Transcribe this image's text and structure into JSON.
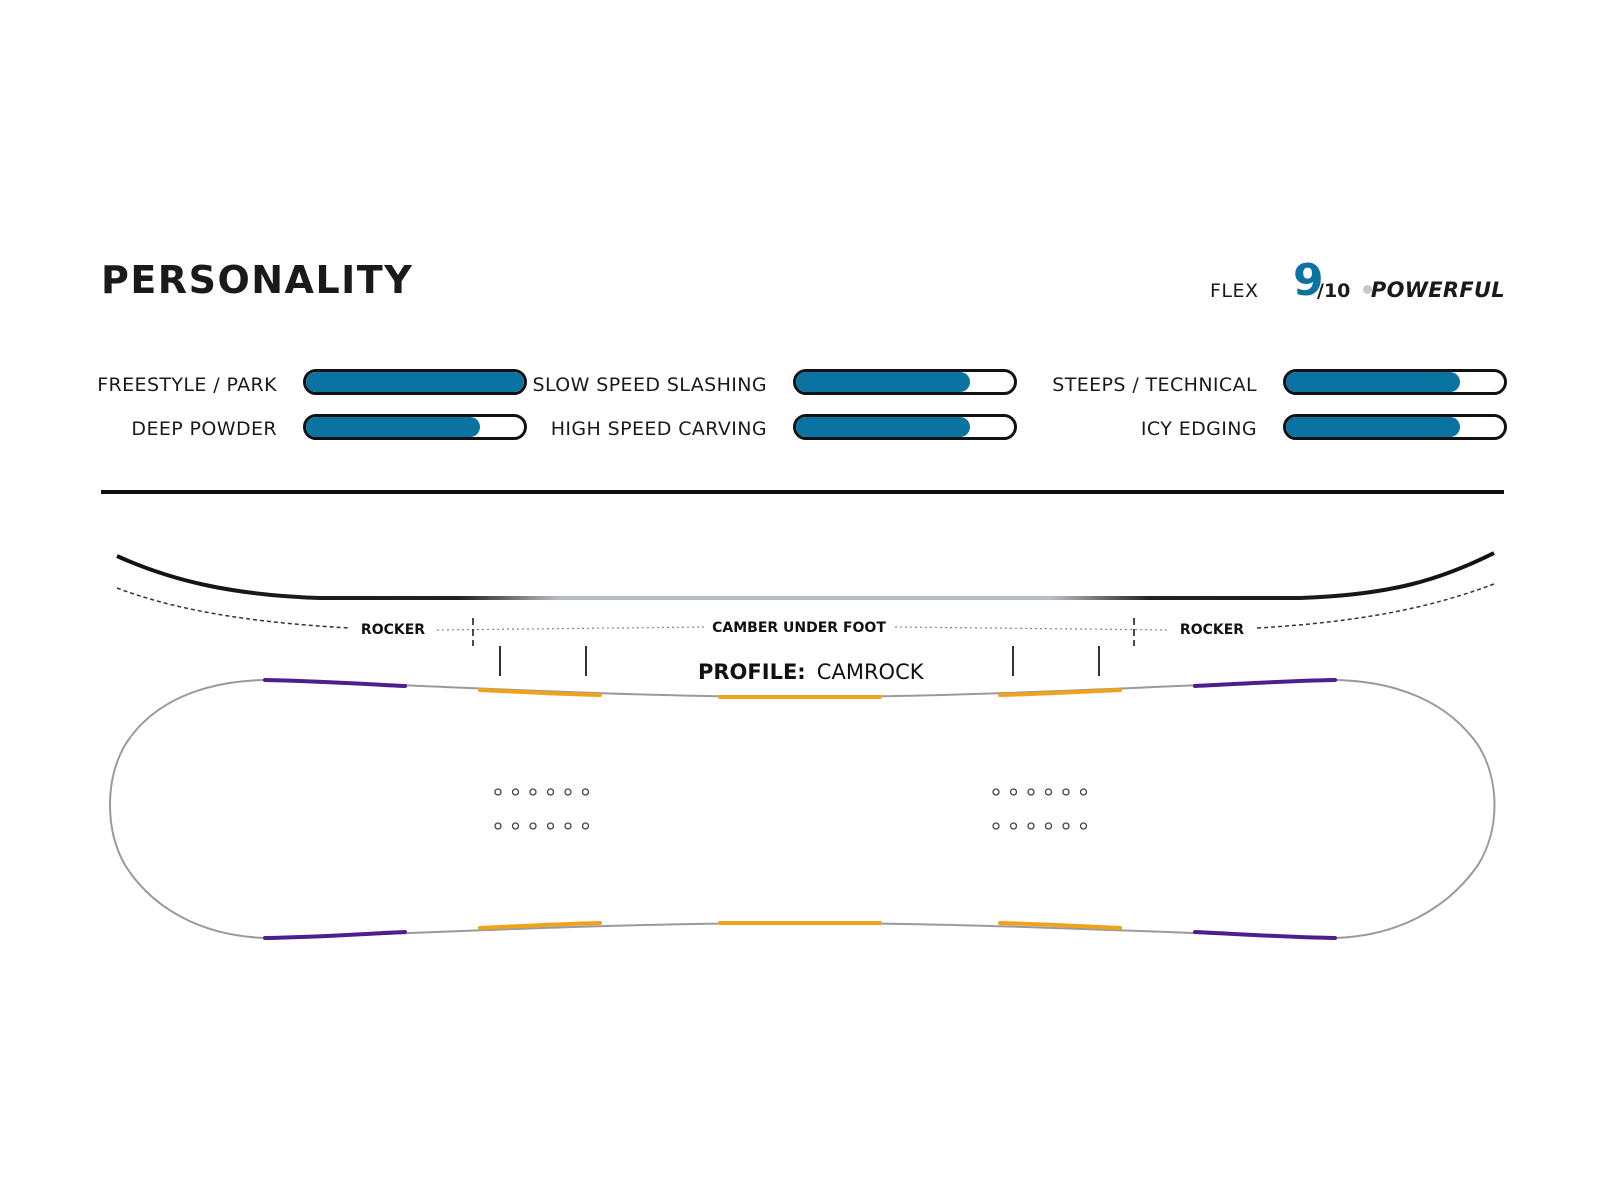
{
  "header": {
    "title": "PERSONALITY",
    "flex_label": "FLEX",
    "flex_value": "9",
    "flex_max": "/10",
    "flex_desc": "POWERFUL"
  },
  "ratings": [
    {
      "label": "FREESTYLE / PARK",
      "level": 1.0
    },
    {
      "label": "DEEP POWDER",
      "level": 0.8
    },
    {
      "label": "SLOW SPEED SLASHING",
      "level": 0.8
    },
    {
      "label": "HIGH SPEED CARVING",
      "level": 0.8
    },
    {
      "label": "STEEPS / TECHNICAL",
      "level": 0.8
    },
    {
      "label": "ICY EDGING",
      "level": 0.8
    }
  ],
  "profile": {
    "rocker_left": "ROCKER",
    "camber": "CAMBER UNDER FOOT",
    "rocker_right": "ROCKER",
    "profile_label": "PROFILE:",
    "profile_value": "CAMROCK"
  },
  "colors": {
    "bar_fill": "#0a73a2",
    "flex_accent": "#0a73a2",
    "edge_orange": "#f0a21a",
    "edge_purple": "#4b1f8c"
  }
}
